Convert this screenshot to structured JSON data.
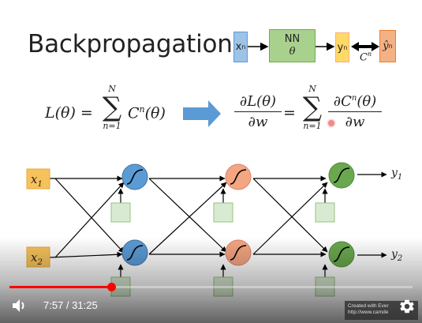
{
  "slide": {
    "title": "Backpropagation",
    "pipeline": {
      "input": "x",
      "input_sup": "n",
      "nn_label": "NN",
      "nn_param": "θ",
      "output": "y",
      "output_sup": "n",
      "cost": "C",
      "cost_sup": "n",
      "target": "ŷ",
      "target_sup": "n"
    },
    "equation": {
      "lhs": "L(θ) =",
      "sum_top": "N",
      "sum_bottom": "n=1",
      "summand": "C",
      "summand_sup": "n",
      "summand_arg": "(θ)",
      "grad_num": "∂L(θ)",
      "grad_den": "∂w",
      "equals": "=",
      "rhs_num": "∂C",
      "rhs_num_sup": "n",
      "rhs_num_arg": "(θ)",
      "rhs_den": "∂w"
    },
    "network": {
      "inputs": [
        "x",
        "x"
      ],
      "input_subs": [
        "1",
        "2"
      ],
      "outputs": [
        "y",
        "y"
      ],
      "output_subs": [
        "1",
        "2"
      ],
      "layer_colors": [
        "#5b9bd5",
        "#f4a582",
        "#6aa84f"
      ],
      "input_color": "#f6c25c",
      "bias_color": "#d9ead3"
    }
  },
  "player": {
    "current_time": "7:57",
    "separator": " / ",
    "duration": "31:25",
    "progress_fraction": 0.253,
    "watermark_line1": "Created with Ever",
    "watermark_line2": "http://www.camde",
    "icons": [
      "volume-icon",
      "settings-gear-icon"
    ]
  }
}
